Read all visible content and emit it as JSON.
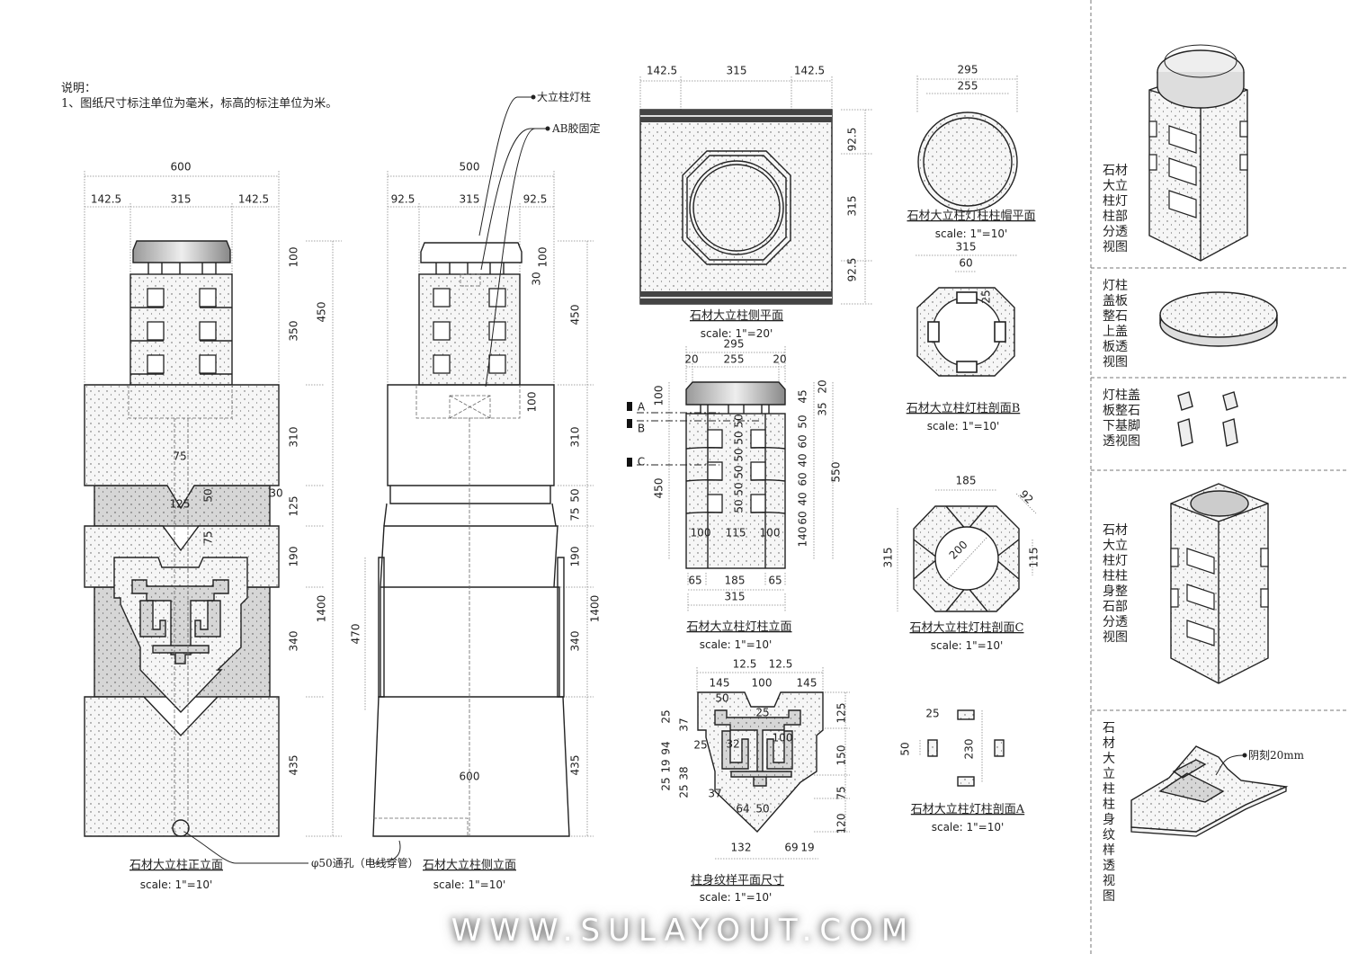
{
  "notes": {
    "heading": "说明：",
    "line1": "1、图纸尺寸标注单位为毫米，标高的标注单位为米。"
  },
  "watermark": "WWW.SULAYOUT.COM",
  "callouts": {
    "lamp_post": "大立柱灯柱",
    "ab_glue": "AB胶固定",
    "through_hole": "φ50通孔（电线穿管）",
    "intaglio": "阴刻20mm"
  },
  "views": {
    "front": {
      "title": "石材大立柱正立面",
      "scale": "scale: 1\"=10'",
      "dims": [
        "600",
        "142.5",
        "315",
        "142.5",
        "100",
        "350",
        "450",
        "310",
        "30",
        "125",
        "50",
        "75",
        "125",
        "75",
        "190",
        "340",
        "1400",
        "435"
      ]
    },
    "side": {
      "title": "石材大立柱侧立面",
      "scale": "scale: 1\"=10'",
      "dims": [
        "500",
        "92.5",
        "315",
        "92.5",
        "100",
        "30",
        "450",
        "100",
        "310",
        "50",
        "75",
        "190",
        "1400",
        "340",
        "470",
        "435",
        "600"
      ]
    },
    "plan": {
      "title": "石材大立柱侧平面",
      "scale": "scale: 1\"=20'",
      "dims": [
        "142.5",
        "315",
        "142.5",
        "92.5",
        "315",
        "92.5"
      ]
    },
    "lamp_elevation": {
      "title": "石材大立柱灯柱立面",
      "scale": "scale: 1\"=10'",
      "sections": [
        "A",
        "B",
        "C"
      ],
      "dims": [
        "295",
        "20",
        "255",
        "20",
        "100",
        "450",
        "45",
        "20",
        "35",
        "50",
        "60",
        "40",
        "60",
        "40",
        "60",
        "140",
        "550",
        "50",
        "50",
        "50",
        "50",
        "50",
        "50",
        "100",
        "115",
        "100",
        "65",
        "185",
        "65",
        "315"
      ]
    },
    "pattern_plan": {
      "title": "柱身纹样平面尺寸",
      "scale": "scale: 1\"=10'",
      "dims": [
        "12.5",
        "12.5",
        "145",
        "100",
        "145",
        "50",
        "25",
        "25",
        "37",
        "94",
        "25",
        "32",
        "100",
        "19",
        "38",
        "25",
        "25",
        "37",
        "64",
        "50",
        "132",
        "69",
        "19",
        "125",
        "150",
        "75",
        "120"
      ]
    },
    "cap_plan": {
      "title": "石材大立柱灯柱柱帽平面",
      "scale": "scale: 1\"=10'",
      "dims": [
        "295",
        "255"
      ]
    },
    "section_b": {
      "title": "石材大立柱灯柱剖面B",
      "scale": "scale: 1\"=10'",
      "dims": [
        "315",
        "60",
        "25"
      ]
    },
    "section_c": {
      "title": "石材大立柱灯柱剖面C",
      "scale": "scale: 1\"=10'",
      "dims": [
        "185",
        "92",
        "315",
        "200",
        "115"
      ]
    },
    "section_a": {
      "title": "石材大立柱灯柱剖面A",
      "scale": "scale: 1\"=10'",
      "dims": [
        "25",
        "50",
        "230"
      ]
    }
  },
  "perspective_panel": [
    {
      "label": "石材大立柱灯柱部分透视图"
    },
    {
      "label": "灯柱盖板整石上盖板透视图"
    },
    {
      "label": "灯柱盖板整石下基脚透视图"
    },
    {
      "label": "石材大立柱灯柱柱身整石部分透视图"
    },
    {
      "label": "石材大立柱柱身纹样透视图"
    }
  ],
  "colors": {
    "line": "#222222",
    "stone_fill": "#f4f4f4",
    "band_fill": "#d9d9d9"
  }
}
